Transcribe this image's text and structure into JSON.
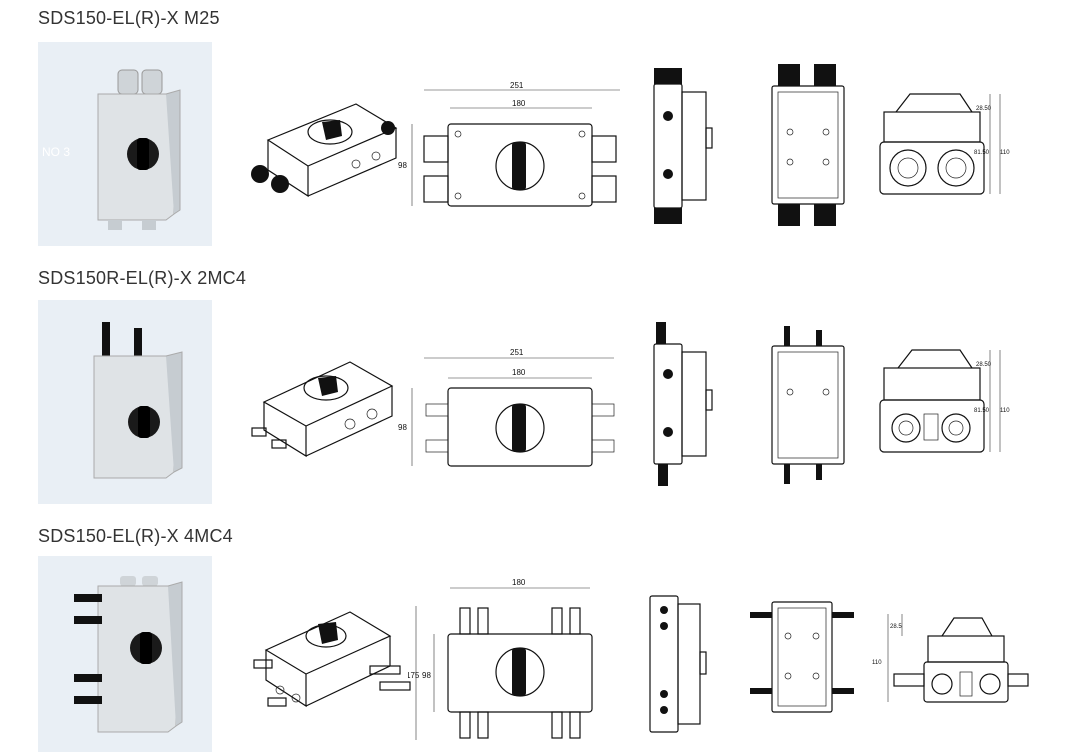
{
  "sections": [
    {
      "title": "SDS150-EL(R)-X  M25",
      "photo_overlay": "NO 3",
      "dims": {
        "length": "251",
        "inner": "180",
        "height": "98",
        "h_top": "28.50",
        "h_mid": "81.50",
        "h_total": "110"
      }
    },
    {
      "title": "SDS150R-EL(R)-X  2MC4",
      "dims": {
        "length": "251",
        "inner": "180",
        "height": "98",
        "h_top": "28.50",
        "h_mid": "81.50",
        "h_total": "110"
      }
    },
    {
      "title": "SDS150-EL(R)-X  4MC4",
      "dims": {
        "inner": "180",
        "height": "98",
        "outer": "175",
        "h_top": "28.5",
        "h_total": "110"
      }
    }
  ],
  "colors": {
    "photo_bg": "#e9eff5",
    "housing": "#dfe3e6",
    "knob": "#1a1a1a",
    "line": "#111111"
  }
}
